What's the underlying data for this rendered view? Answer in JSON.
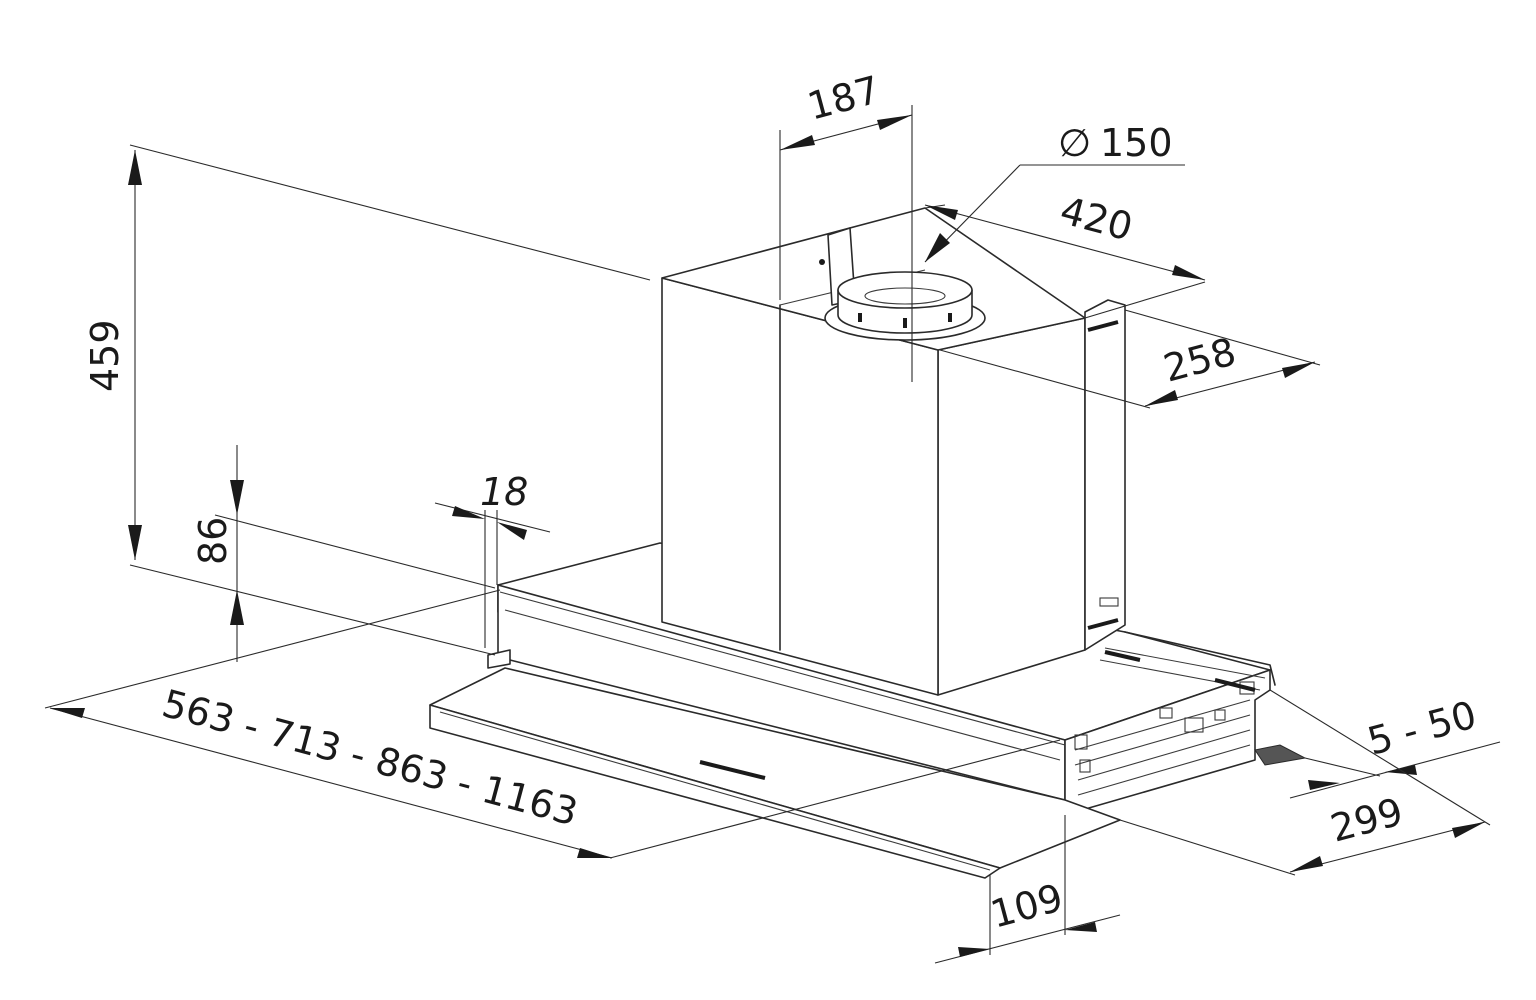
{
  "dimensions": {
    "total_height": "459",
    "chimney_width": "187",
    "duct_diameter_symbol": "∅",
    "duct_diameter": "150",
    "chimney_depth": "420",
    "bracket_depth": "258",
    "front_panel_height": "86",
    "panel_thickness": "18",
    "widths": "563 - 713 - 863 - 1163",
    "extension_range": "5 - 50",
    "body_depth": "299",
    "drawer_depth": "109"
  }
}
